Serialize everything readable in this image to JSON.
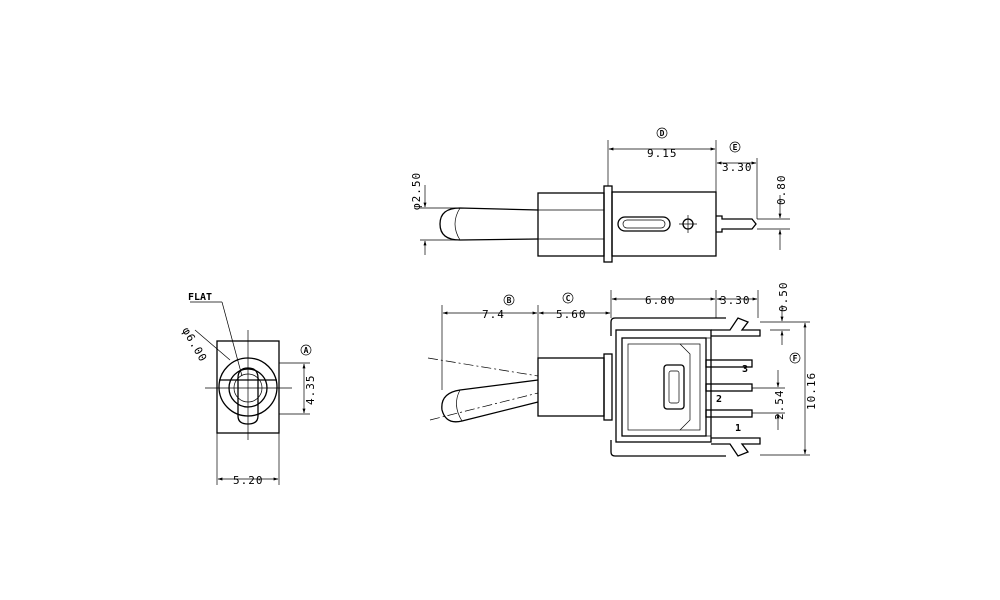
{
  "labels": {
    "flat": "FLAT"
  },
  "dimensions": {
    "top_d": "9.15",
    "top_e": "3.30",
    "top_height": "0.80",
    "top_dia": "φ2.50",
    "side_b": "7.4",
    "side_c": "5.60",
    "side_mid": "6.80",
    "side_right": "3.30",
    "side_top": "0.50",
    "side_f": "10.16",
    "side_pitch": "2.54",
    "front_dia": "φ6.00",
    "front_a": "4.35",
    "front_width": "5.20"
  },
  "markers": {
    "a": "A",
    "b": "B",
    "c": "C",
    "d": "D",
    "e": "E",
    "f": "F"
  },
  "pins": [
    "1",
    "2",
    "3"
  ]
}
